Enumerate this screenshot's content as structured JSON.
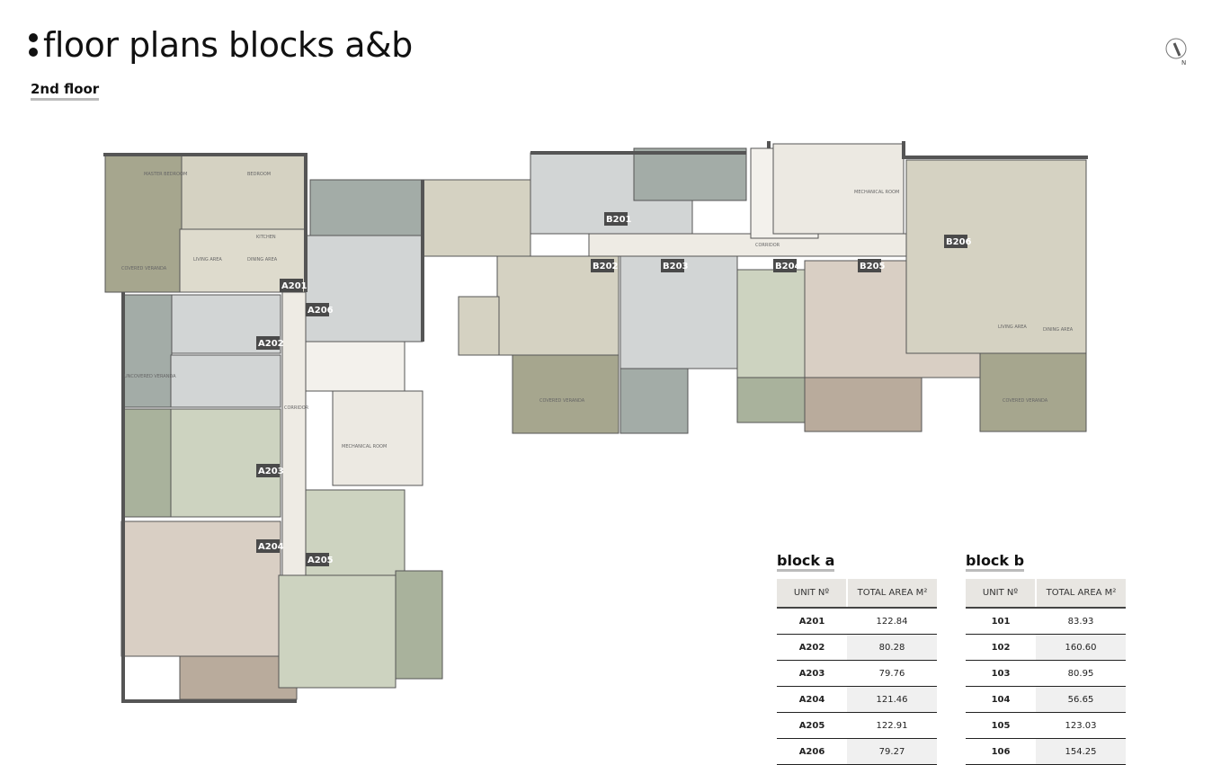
{
  "header": {
    "title": "floor plans blocks a&b",
    "subtitle": "2nd floor",
    "compass_label": "N"
  },
  "units": [
    "A201",
    "A202",
    "A203",
    "A204",
    "A205",
    "A206",
    "B201",
    "B202",
    "B203",
    "B204",
    "B205",
    "B206"
  ],
  "rooms": {
    "covered_veranda": "COVERED VERANDA",
    "uncovered_veranda": "UNCOVERED VERANDA",
    "living_area": "LIVING AREA",
    "dining_area": "DINING AREA",
    "kitchen": "KITCHEN",
    "bedroom": "BEDROOM",
    "master_bedroom": "MASTER BEDROOM",
    "corridor": "CORRIDOR",
    "mechanical_room": "MECHANICAL ROOM"
  },
  "tables": [
    {
      "title": "block a",
      "headers": [
        "UNIT Nº",
        "TOTAL AREA M²"
      ],
      "rows": [
        [
          "A201",
          "122.84"
        ],
        [
          "A202",
          "80.28"
        ],
        [
          "A203",
          "79.76"
        ],
        [
          "A204",
          "121.46"
        ],
        [
          "A205",
          "122.91"
        ],
        [
          "A206",
          "79.27"
        ]
      ]
    },
    {
      "title": "block b",
      "headers": [
        "UNIT Nº",
        "TOTAL AREA M²"
      ],
      "rows": [
        [
          "101",
          "83.93"
        ],
        [
          "102",
          "160.60"
        ],
        [
          "103",
          "80.95"
        ],
        [
          "104",
          "56.65"
        ],
        [
          "105",
          "123.03"
        ],
        [
          "106",
          "154.25"
        ]
      ]
    }
  ],
  "colors": {
    "khaki": "#d5d2c2",
    "olive": "#a6a68e",
    "grey": "#d2d5d5",
    "grey_veranda": "#a3aca7",
    "green": "#cdd3c0",
    "green_veranda": "#a9b29c",
    "pink": "#d9cfc4",
    "pink_veranda": "#b9ab9c",
    "wall": "#555555",
    "label": "#4a4a4a"
  }
}
